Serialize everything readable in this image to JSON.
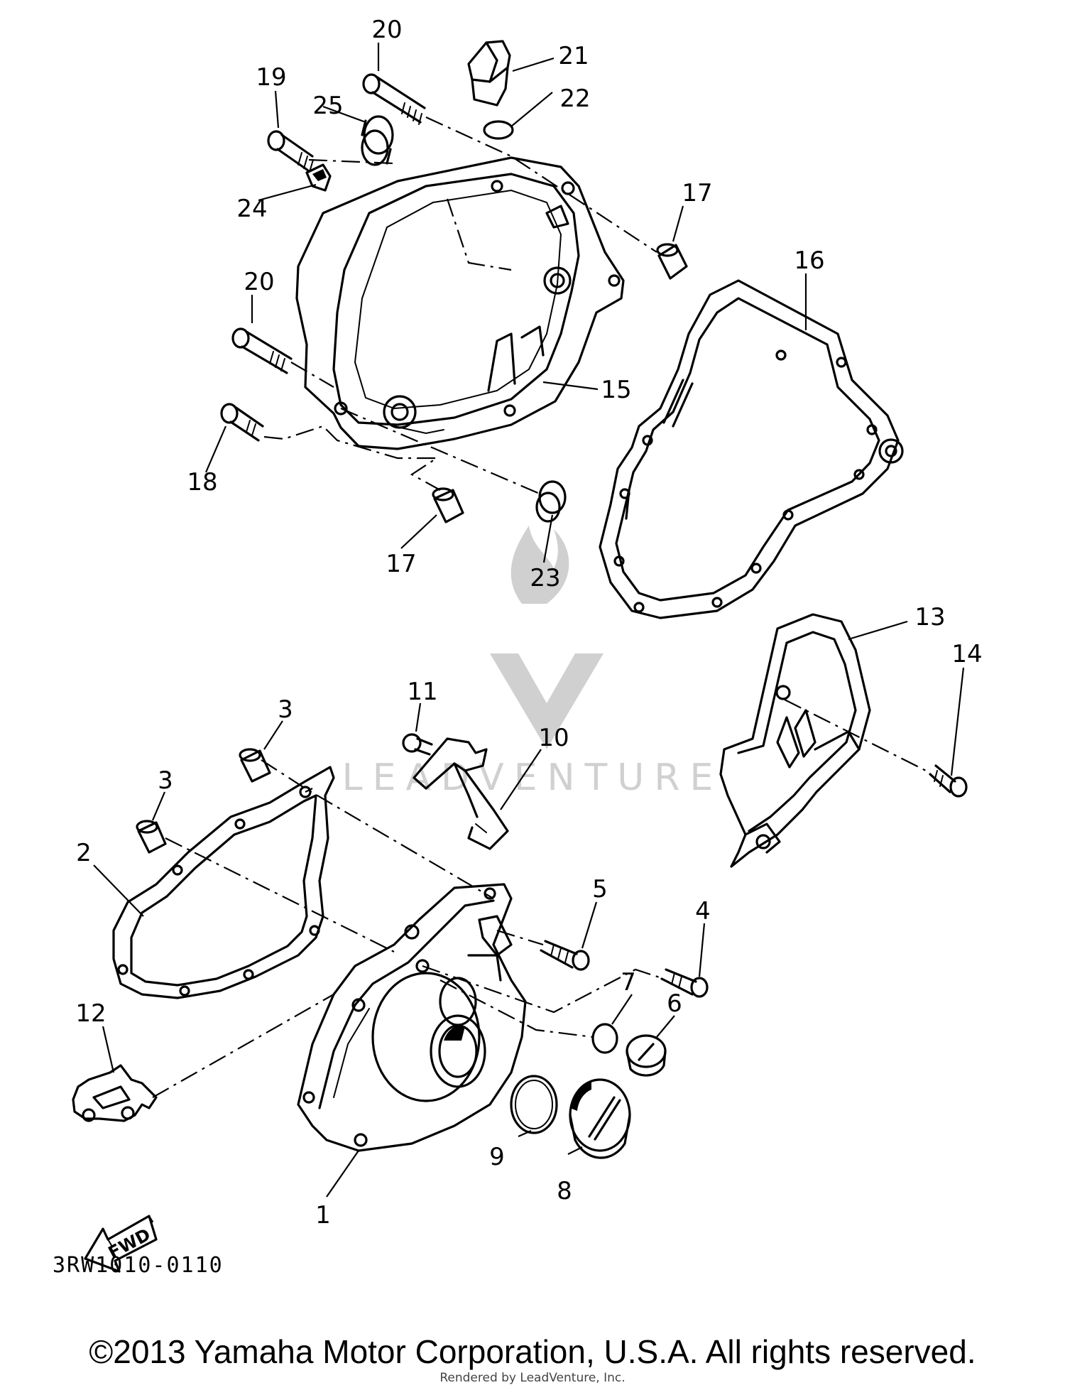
{
  "callouts": [
    "1",
    "2",
    "3",
    "3",
    "4",
    "5",
    "6",
    "7",
    "8",
    "9",
    "10",
    "11",
    "12",
    "13",
    "14",
    "15",
    "16",
    "17",
    "17",
    "18",
    "19",
    "20",
    "20",
    "21",
    "22",
    "23",
    "24",
    "25"
  ],
  "fwd_label": "FWD",
  "part_code": "3RW1010-0110",
  "copyright": "©2013 Yamaha Motor Corporation, U.S.A. All rights reserved.",
  "rendered_by": "Rendered by LeadVenture, Inc.",
  "watermark": "LEADVENTURE"
}
